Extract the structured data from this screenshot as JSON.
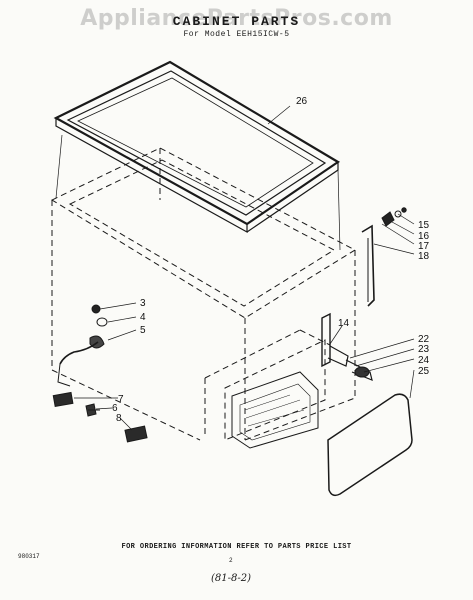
{
  "watermark": "AppliancePartsPros.com",
  "header": {
    "title": "CABINET PARTS",
    "subtitle": "For Model EEH15ICW-5"
  },
  "callouts": [
    "26",
    "15",
    "16",
    "17",
    "18",
    "3",
    "4",
    "5",
    "14",
    "22",
    "23",
    "24",
    "25",
    "7",
    "6",
    "8"
  ],
  "footer": {
    "ordering_note": "FOR ORDERING INFORMATION REFER TO PARTS PRICE LIST",
    "doc_number": "980317",
    "page_number": "2",
    "hand_code": "(81-8-2)"
  }
}
